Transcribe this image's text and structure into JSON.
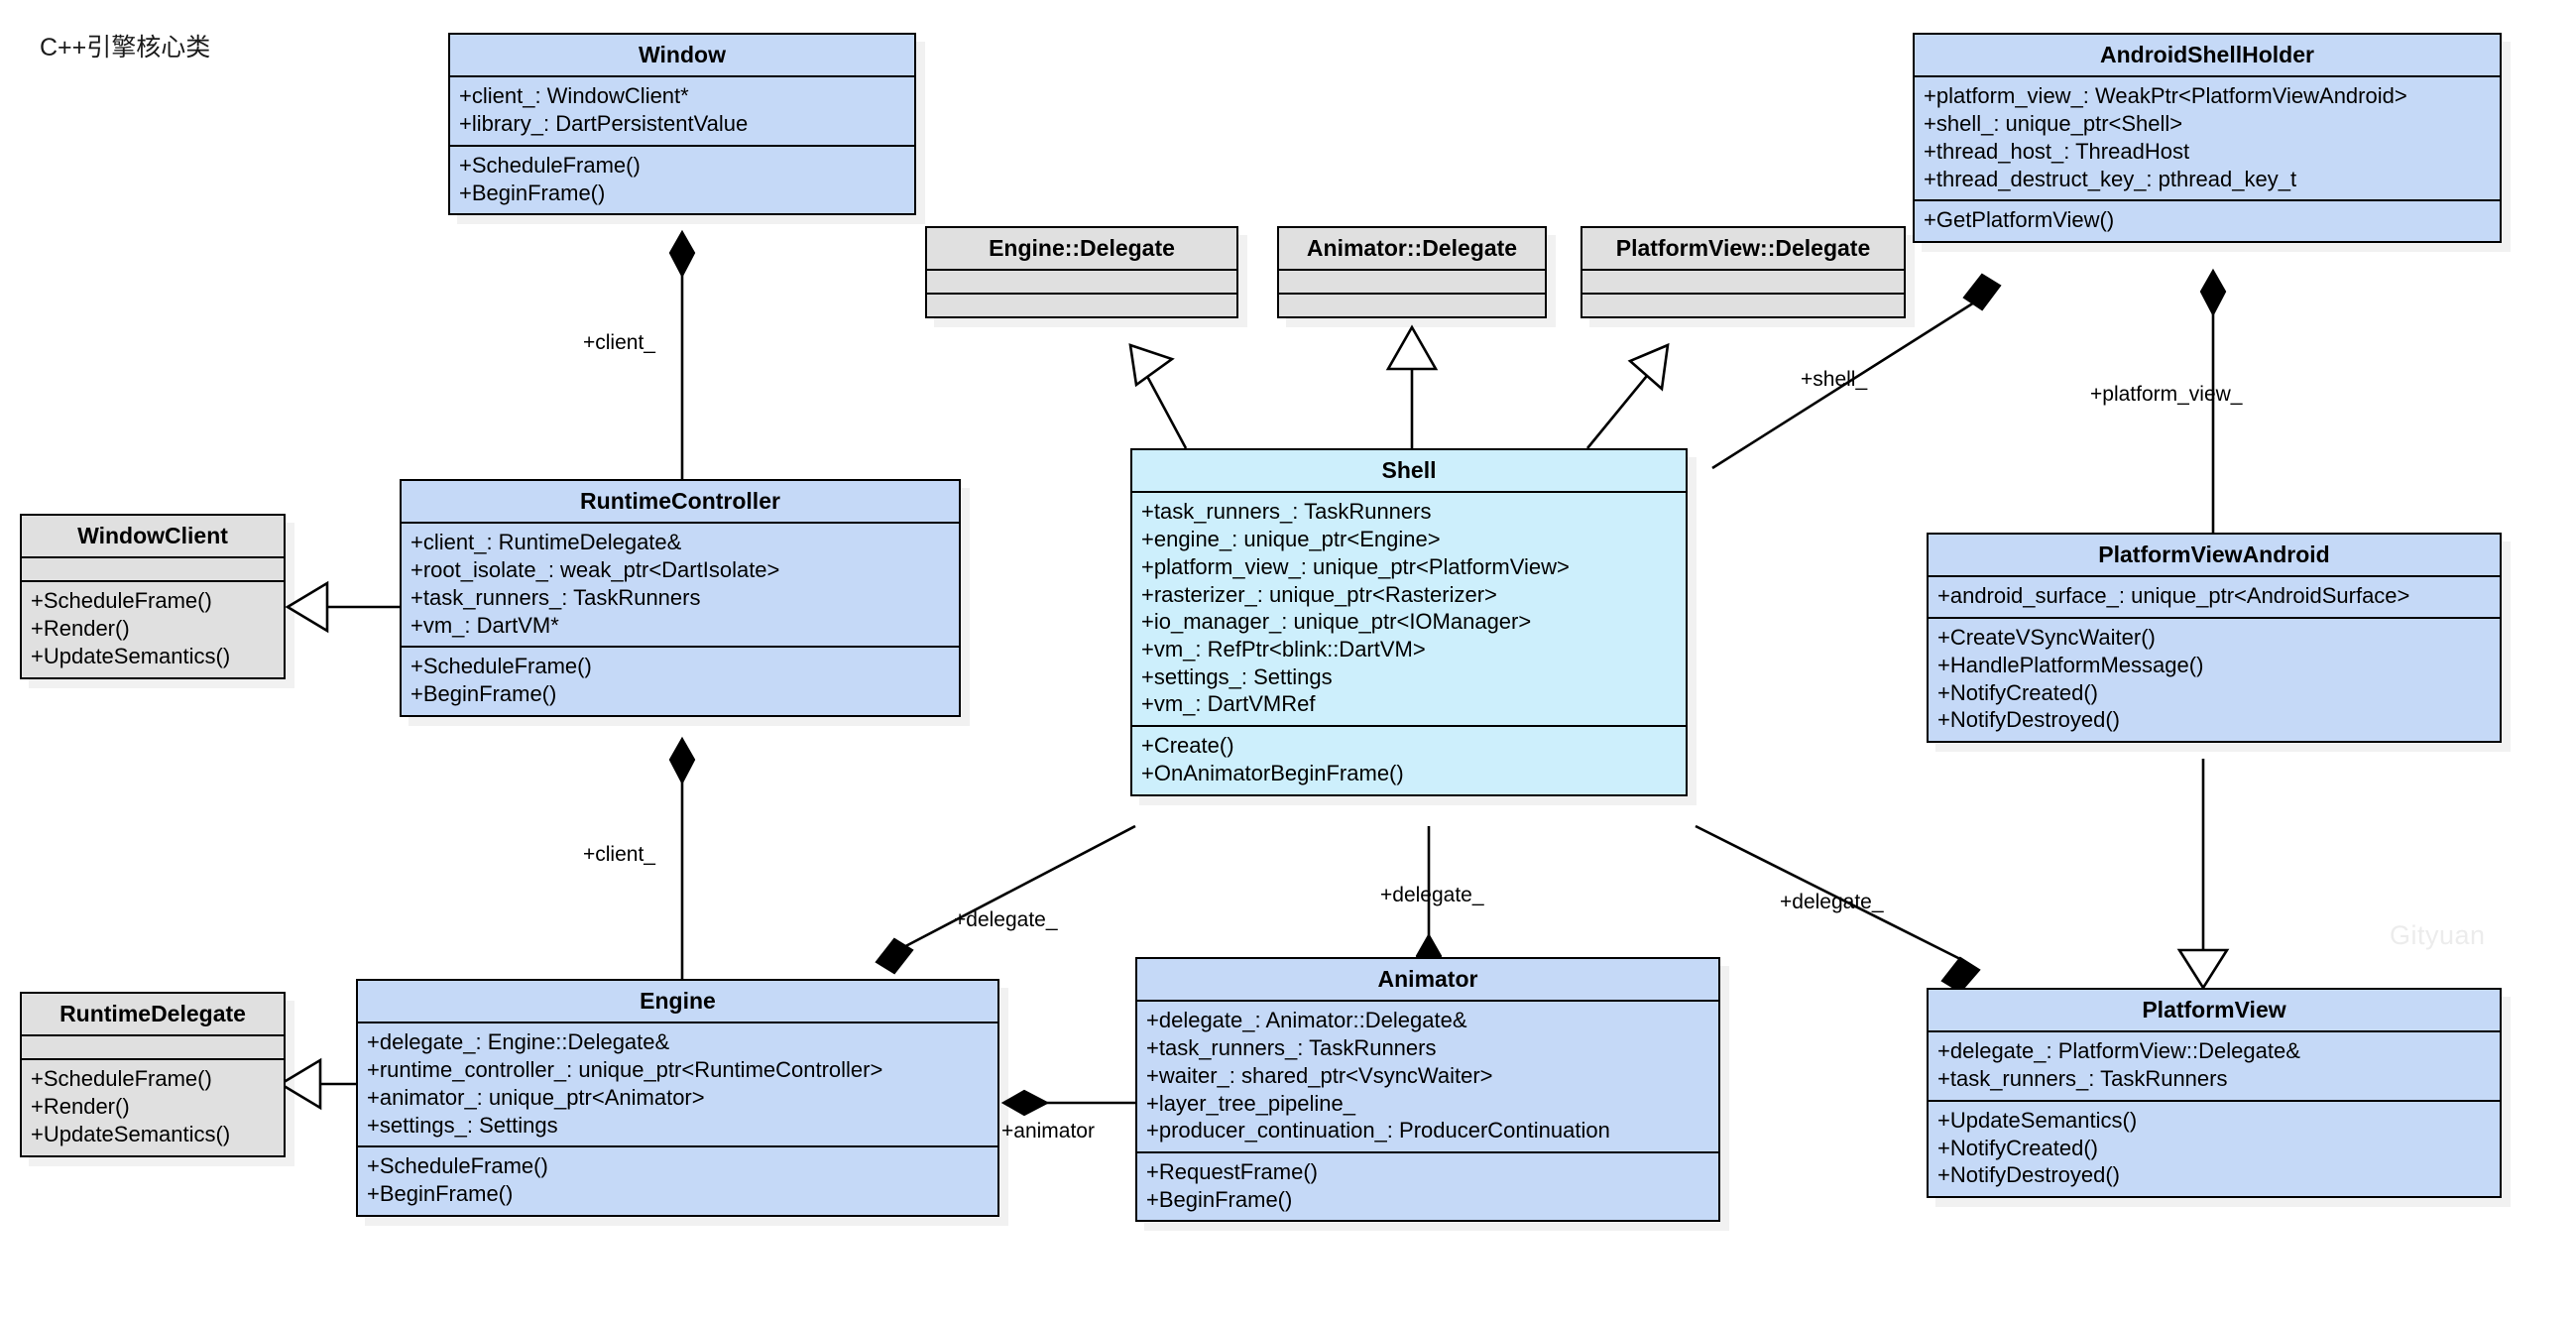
{
  "diagram": {
    "title": "C++引擎核心类",
    "watermark": "Gityuan",
    "colors": {
      "class_fill": "#c5d9f7",
      "interface_fill": "#e0e0e0",
      "shell_fill": "#cdeffc",
      "border": "#000000",
      "watermark": "#ececec"
    }
  },
  "classes": [
    {
      "id": "window",
      "name": "Window",
      "kind": "class",
      "attributes": [
        "+client_: WindowClient*",
        "+library_: DartPersistentValue"
      ],
      "methods": [
        "+ScheduleFrame()",
        "+BeginFrame()"
      ]
    },
    {
      "id": "androidshellholder",
      "name": "AndroidShellHolder",
      "kind": "class",
      "attributes": [
        "+platform_view_: WeakPtr<PlatformViewAndroid>",
        "+shell_: unique_ptr<Shell>",
        "+thread_host_: ThreadHost",
        "+thread_destruct_key_: pthread_key_t"
      ],
      "methods": [
        "+GetPlatformView()"
      ]
    },
    {
      "id": "engine-delegate",
      "name": "Engine::Delegate",
      "kind": "interface",
      "attributes": [],
      "methods": []
    },
    {
      "id": "animator-delegate",
      "name": "Animator::Delegate",
      "kind": "interface",
      "attributes": [],
      "methods": []
    },
    {
      "id": "platformview-delegate",
      "name": "PlatformView::Delegate",
      "kind": "interface",
      "attributes": [],
      "methods": []
    },
    {
      "id": "windowclient",
      "name": "WindowClient",
      "kind": "interface",
      "attributes": [],
      "methods": [
        "+ScheduleFrame()",
        "+Render()",
        "+UpdateSemantics()"
      ]
    },
    {
      "id": "runtimecontroller",
      "name": "RuntimeController",
      "kind": "class",
      "attributes": [
        "+client_: RuntimeDelegate&",
        "+root_isolate_: weak_ptr<DartIsolate>",
        "+task_runners_: TaskRunners",
        "+vm_: DartVM*"
      ],
      "methods": [
        "+ScheduleFrame()",
        "+BeginFrame()"
      ]
    },
    {
      "id": "shell",
      "name": "Shell",
      "kind": "shell",
      "attributes": [
        "+task_runners_: TaskRunners",
        "+engine_: unique_ptr<Engine>",
        "+platform_view_: unique_ptr<PlatformView>",
        "+rasterizer_: unique_ptr<Rasterizer>",
        "+io_manager_: unique_ptr<IOManager>",
        "+vm_: RefPtr<blink::DartVM>",
        "+settings_: Settings",
        "+vm_: DartVMRef"
      ],
      "methods": [
        "+Create()",
        "+OnAnimatorBeginFrame()"
      ]
    },
    {
      "id": "platformviewandroid",
      "name": "PlatformViewAndroid",
      "kind": "class",
      "attributes": [
        "+android_surface_: unique_ptr<AndroidSurface>"
      ],
      "methods": [
        "+CreateVSyncWaiter()",
        "+HandlePlatformMessage()",
        "+NotifyCreated()",
        "+NotifyDestroyed()"
      ]
    },
    {
      "id": "runtimedelegate",
      "name": "RuntimeDelegate",
      "kind": "interface",
      "attributes": [],
      "methods": [
        "+ScheduleFrame()",
        "+Render()",
        "+UpdateSemantics()"
      ]
    },
    {
      "id": "engine",
      "name": "Engine",
      "kind": "class",
      "attributes": [
        "+delegate_: Engine::Delegate&",
        "+runtime_controller_: unique_ptr<RuntimeController>",
        "+animator_: unique_ptr<Animator>",
        "+settings_: Settings"
      ],
      "methods": [
        "+ScheduleFrame()",
        "+BeginFrame()"
      ]
    },
    {
      "id": "animator",
      "name": "Animator",
      "kind": "class",
      "attributes": [
        "+delegate_: Animator::Delegate&",
        "+task_runners_: TaskRunners",
        "+waiter_: shared_ptr<VsyncWaiter>",
        "+layer_tree_pipeline_",
        "+producer_continuation_: ProducerContinuation"
      ],
      "methods": [
        "+RequestFrame()",
        "+BeginFrame()"
      ]
    },
    {
      "id": "platformview",
      "name": "PlatformView",
      "kind": "class",
      "attributes": [
        "+delegate_: PlatformView::Delegate&",
        "+task_runners_: TaskRunners"
      ],
      "methods": [
        "+UpdateSemantics()",
        "+NotifyCreated()",
        "+NotifyDestroyed()"
      ]
    }
  ],
  "relations": [
    {
      "id": "r-window-runtimecontroller",
      "label": "+client_",
      "type": "composition",
      "from": "runtimecontroller",
      "to": "window"
    },
    {
      "id": "r-runtimecontroller-engine",
      "label": "+client_",
      "type": "composition",
      "from": "engine",
      "to": "runtimecontroller"
    },
    {
      "id": "r-windowclient-runtimecontroller",
      "label": "",
      "type": "realization",
      "from": "runtimecontroller",
      "to": "windowclient"
    },
    {
      "id": "r-runtimedelegate-engine",
      "label": "",
      "type": "realization",
      "from": "engine",
      "to": "runtimedelegate"
    },
    {
      "id": "r-shell-enginedelegate",
      "label": "",
      "type": "realization",
      "from": "shell",
      "to": "engine-delegate"
    },
    {
      "id": "r-shell-animatordelegate",
      "label": "",
      "type": "realization",
      "from": "shell",
      "to": "animator-delegate"
    },
    {
      "id": "r-shell-platformviewdelegate",
      "label": "",
      "type": "realization",
      "from": "shell",
      "to": "platformview-delegate"
    },
    {
      "id": "r-shell-androidshellholder",
      "label": "+shell_",
      "type": "composition",
      "from": "androidshellholder",
      "to": "shell"
    },
    {
      "id": "r-platformview-androidshellholder",
      "label": "+platform_view_",
      "type": "composition",
      "from": "androidshellholder",
      "to": "platformviewandroid"
    },
    {
      "id": "r-shell-engine",
      "label": "+delegate_",
      "type": "composition",
      "from": "shell",
      "to": "engine"
    },
    {
      "id": "r-shell-animator",
      "label": "+delegate_",
      "type": "composition",
      "from": "shell",
      "to": "animator"
    },
    {
      "id": "r-shell-platformview",
      "label": "+delegate_",
      "type": "composition",
      "from": "shell",
      "to": "platformview"
    },
    {
      "id": "r-engine-animator",
      "label": "+animator",
      "type": "composition",
      "from": "engine",
      "to": "animator"
    },
    {
      "id": "r-platformviewandroid-platformview",
      "label": "",
      "type": "realization",
      "from": "platformviewandroid",
      "to": "platformview"
    }
  ]
}
